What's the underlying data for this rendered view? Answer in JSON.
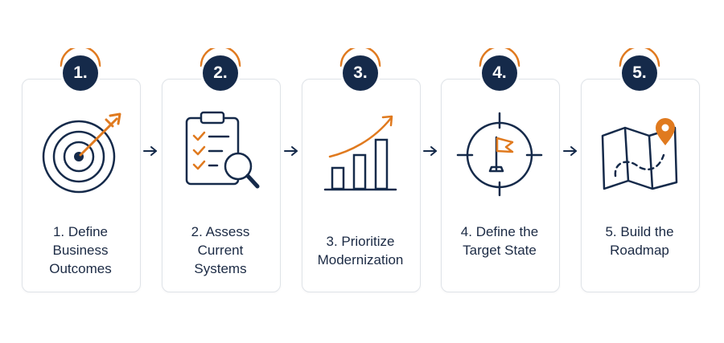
{
  "colors": {
    "navy": "#152a4a",
    "orange": "#e07a1f",
    "border": "#dfe3e8",
    "text": "#1b2a44"
  },
  "steps": [
    {
      "number": "1.",
      "icon": "target-icon",
      "label_lines": [
        "1. Define",
        "Business",
        "Outcomes"
      ]
    },
    {
      "number": "2.",
      "icon": "clipboard-search-icon",
      "label_lines": [
        "2. Assess",
        "Current",
        "Systems"
      ]
    },
    {
      "number": "3.",
      "icon": "bar-chart-growth-icon",
      "label_lines": [
        "3. Prioritize",
        "Modernization"
      ]
    },
    {
      "number": "4.",
      "icon": "crosshair-flag-icon",
      "label_lines": [
        "4. Define the",
        "Target State"
      ]
    },
    {
      "number": "5.",
      "icon": "map-pin-icon",
      "label_lines": [
        "5. Build the",
        "Roadmap"
      ]
    }
  ]
}
